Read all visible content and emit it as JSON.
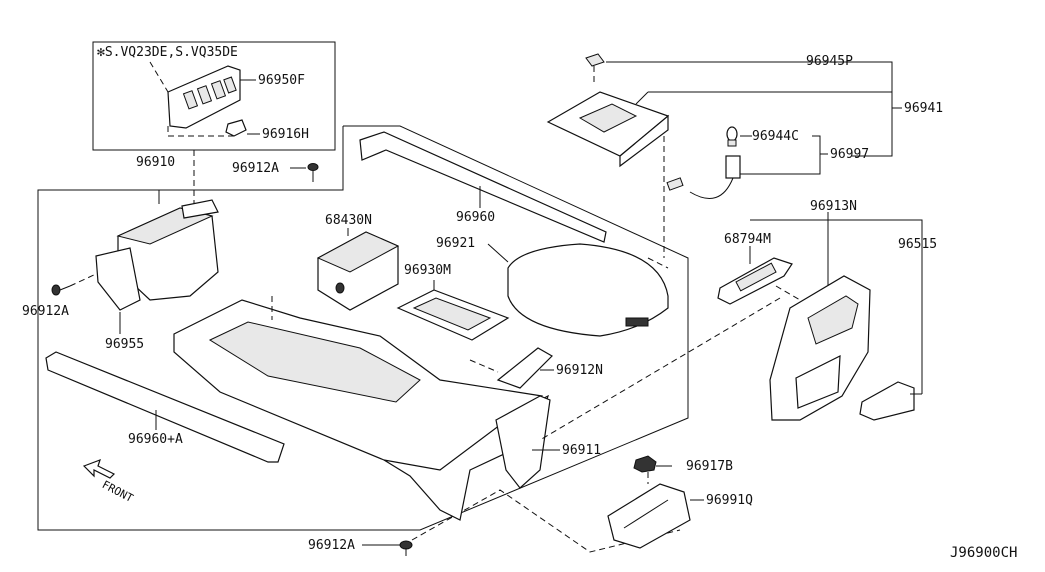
{
  "diagram": {
    "inset_title": "✻S.VQ23DE,S.VQ35DE",
    "figure_code": "J96900CH",
    "front_label": "FRONT",
    "parts": {
      "p96950F": "96950F",
      "p96916H": "96916H",
      "p96910": "96910",
      "p96912A_top": "96912A",
      "p96912A_left": "96912A",
      "p96912A_bottom": "96912A",
      "p96955": "96955",
      "p96960A": "96960+A",
      "p68430N": "68430N",
      "p96960": "96960",
      "p96921": "96921",
      "p96930M": "96930M",
      "p96912N": "96912N",
      "p96911": "96911",
      "p96917B": "96917B",
      "p96991Q": "96991Q",
      "p96945P": "96945P",
      "p96941": "96941",
      "p96944C": "96944C",
      "p96997": "96997",
      "p96913N": "96913N",
      "p68794M": "68794M",
      "p96515": "96515"
    }
  }
}
